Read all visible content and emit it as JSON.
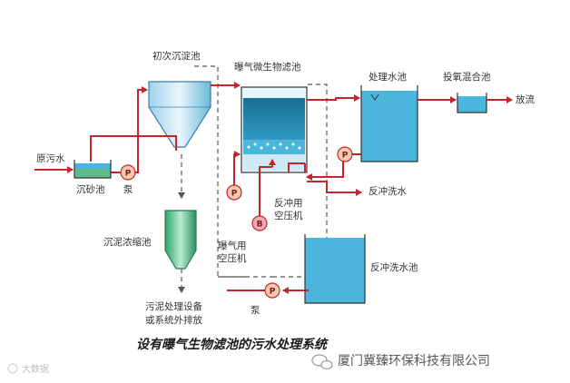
{
  "labels": {
    "primary_tank": "初次沉淀池",
    "baf": "曝气微生物滤池",
    "treated_tank": "处理水池",
    "chlorination_tank": "投氧混合池",
    "discharge": "放流",
    "raw_water": "原污水",
    "grit_chamber": "沉砂池",
    "pump_main": "泵",
    "sludge_thickener": "沉泥浓缩池",
    "sludge_disposal_1": "污泥处理设备",
    "sludge_disposal_2": "或系统外排放",
    "backwash_water": "反冲洗水",
    "backwash_compressor_1": "反冲用",
    "backwash_compressor_2": "空压机",
    "aeration_compressor_1": "曝气用",
    "aeration_compressor_2": "空压机",
    "backwash_tank": "反冲洗水池",
    "pump_bottom": "泵",
    "pump_symbol": "P",
    "blower_symbol": "B"
  },
  "caption": "设有曝气生物滤池的污水处理系统",
  "watermark": {
    "company": "厦门冀臻环保科技有限公司",
    "corner": "大数据"
  },
  "colors": {
    "flow": "#c1272d",
    "water": "#4cb5dc",
    "pump": "#f4c9ad",
    "blower": "#f2a9b5"
  }
}
